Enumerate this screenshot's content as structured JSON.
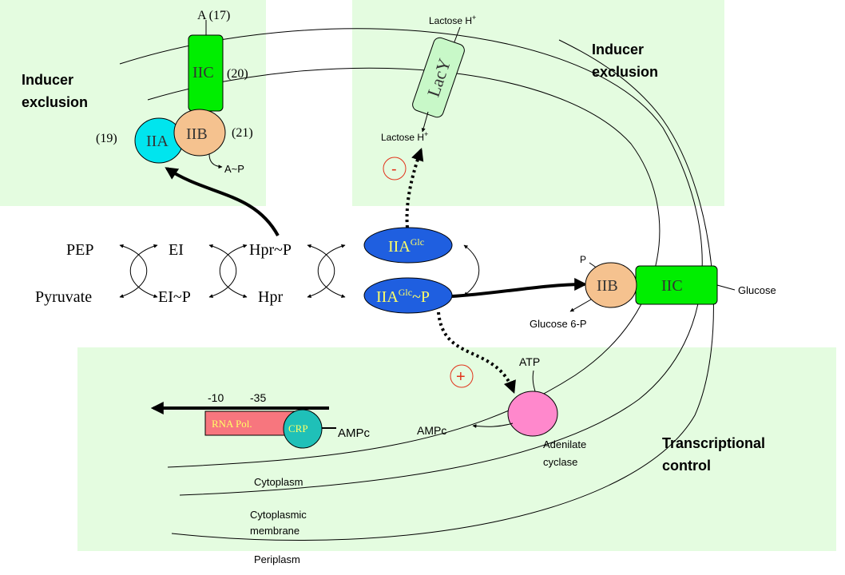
{
  "colors": {
    "panel": "#e4fce0",
    "transporter": "#00ee00",
    "lacy": "#c8f8c8",
    "iia": "#00e5ee",
    "iib": "#f5c28f",
    "iiaglc": "#1f5fe0",
    "iiaglc_text": "#ffff66",
    "adenylate": "#ff88cc",
    "rnapol": "#f7767e",
    "crp": "#1fc0b8",
    "sign": "#e2341c"
  },
  "panels": {
    "left_title_1": "Inducer",
    "left_title_2": "exclusion",
    "right_title_1": "Inducer",
    "right_title_2": "exclusion",
    "bottom_title_1": "Transcriptional",
    "bottom_title_2": "control"
  },
  "left_complex": {
    "a17": "A (17)",
    "iic": "IIC",
    "n20": "(20)",
    "iib": "IIB",
    "n21": "(21)",
    "iia": "IIA",
    "n19": "(19)",
    "ap": "A~P"
  },
  "lacy": {
    "name": "LacY",
    "top_label": "Lactose H",
    "bottom_label": "Lactose H",
    "sup": "+",
    "minus": "-"
  },
  "cascade": {
    "pep": "PEP",
    "pyruvate": "Pyruvate",
    "ei": "EI",
    "eip": "EI~P",
    "hprp": "Hpr~P",
    "hpr": "Hpr"
  },
  "iiaglc": {
    "base": "IIA",
    "sup": "Glc",
    "p_suffix": "~P"
  },
  "glucose": {
    "p": "P",
    "iib": "IIB",
    "iic": "IIC",
    "glucose": "Glucose",
    "g6p": "Glucose 6-P"
  },
  "adenylate": {
    "plus": "+",
    "atp": "ATP",
    "ampc": "AMPc",
    "name_1": "Adenilate",
    "name_2": "cyclase"
  },
  "promoter": {
    "m10": "-10",
    "m35": "-35",
    "rnapol": "RNA Pol.",
    "crp": "CRP",
    "ampc": "AMPc"
  },
  "compartments": {
    "cytoplasm": "Cytoplasm",
    "membrane_1": "Cytoplasmic",
    "membrane_2": "membrane",
    "periplasm": "Periplasm"
  }
}
